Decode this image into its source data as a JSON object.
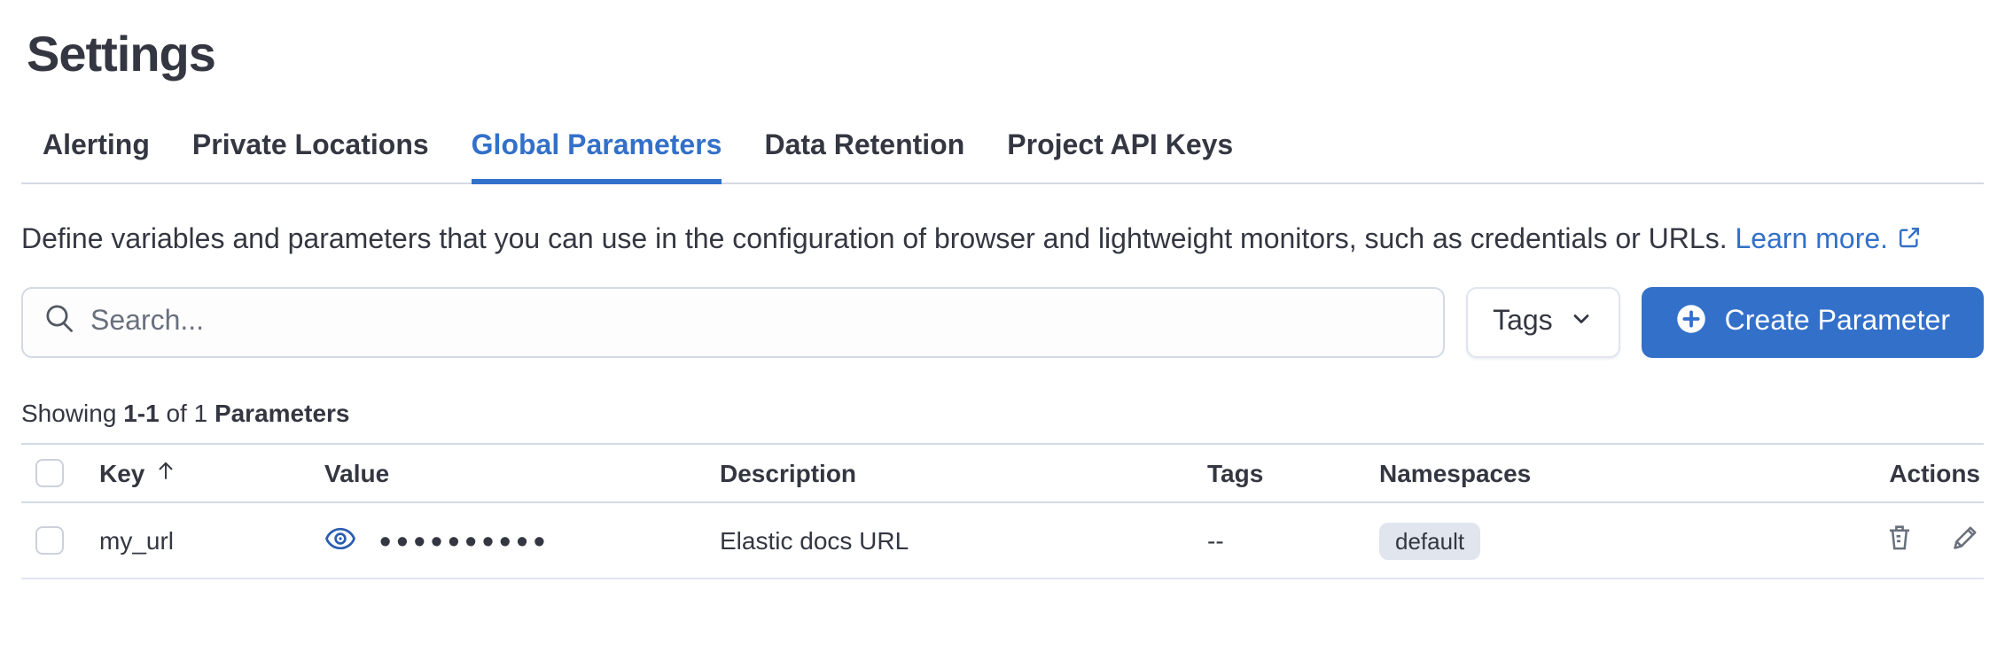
{
  "colors": {
    "accent": "#3370C9",
    "text": "#343741",
    "subdued": "#69707D",
    "badge_bg": "#E0E5EE"
  },
  "page": {
    "title": "Settings"
  },
  "tabs": [
    {
      "label": "Alerting",
      "selected": false
    },
    {
      "label": "Private Locations",
      "selected": false
    },
    {
      "label": "Global Parameters",
      "selected": true
    },
    {
      "label": "Data Retention",
      "selected": false
    },
    {
      "label": "Project API Keys",
      "selected": false
    }
  ],
  "description": {
    "text": "Define variables and parameters that you can use in the configuration of browser and lightweight monitors, such as credentials or URLs.",
    "link_label": "Learn more."
  },
  "toolbar": {
    "search_placeholder": "Search...",
    "tags_button": "Tags",
    "create_button": "Create Parameter"
  },
  "summary": {
    "showing": "Showing",
    "range": "1-1",
    "of": "of 1",
    "entity": "Parameters"
  },
  "table": {
    "headers": [
      "Key",
      "Value",
      "Description",
      "Tags",
      "Namespaces",
      "Actions"
    ],
    "rows": [
      {
        "key": "my_url",
        "value_masked": "••••••••••",
        "description": "Elastic docs URL",
        "tags": "--",
        "namespace": "default"
      }
    ]
  }
}
